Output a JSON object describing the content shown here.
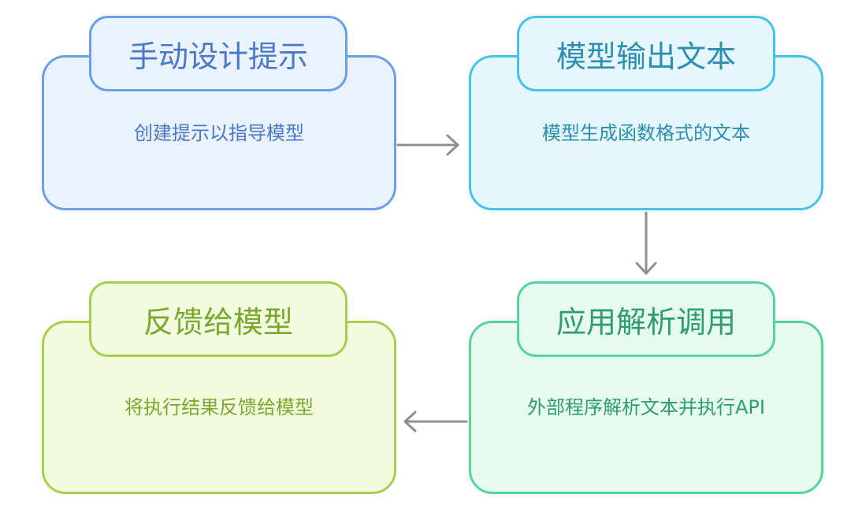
{
  "steps": [
    {
      "title": "手动设计提示",
      "description": "创建提示以指导模型"
    },
    {
      "title": "模型输出文本",
      "description": "模型生成函数格式的文本"
    },
    {
      "title": "应用解析调用",
      "description": "外部程序解析文本并执行API"
    },
    {
      "title": "反馈给模型",
      "description": "将执行结果反馈给模型"
    }
  ],
  "colors": {
    "step1_accent": "#6d9eea",
    "step2_accent": "#45c3ea",
    "step3_accent": "#55d39b",
    "step4_accent": "#a6cf52",
    "arrow": "#8f8f8f"
  }
}
